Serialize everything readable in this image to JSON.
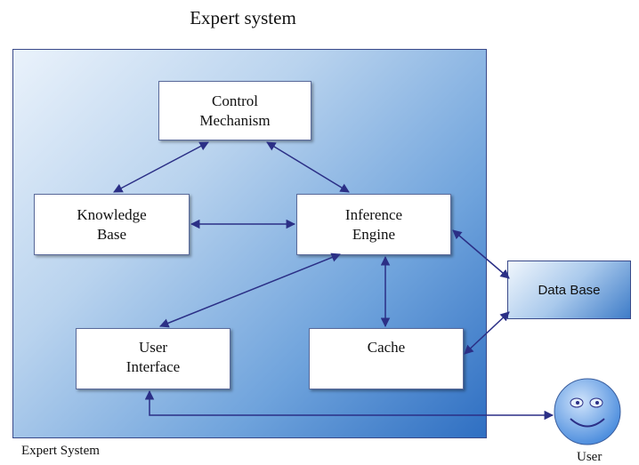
{
  "diagram": {
    "title": "Expert system",
    "container_label": "Expert System",
    "nodes": {
      "control": "Control\nMechanism",
      "knowledge": "Knowledge\nBase",
      "inference": "Inference\nEngine",
      "user_interface": "User\nInterface",
      "cache": "Cache",
      "database": "Data Base",
      "user": "User"
    },
    "colors": {
      "arrow": "#2b2f86",
      "container_dark": "#2f6fc2",
      "container_light": "#eaf2fb",
      "face_fill": "#6aa6e8"
    }
  }
}
